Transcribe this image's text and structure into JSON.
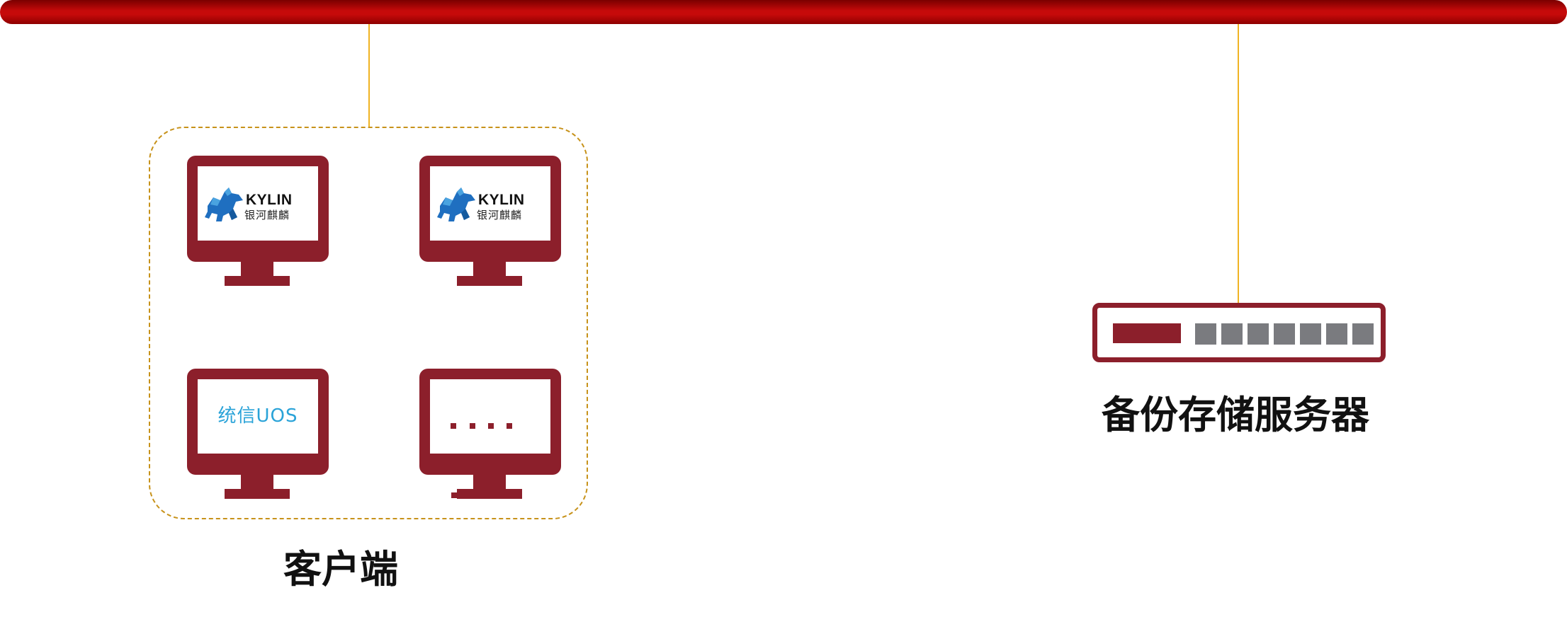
{
  "client_group": {
    "label": "客户端",
    "clients": [
      {
        "os": "kylin",
        "logo_word": "KYLIN",
        "logo_cn": "银河麒麟"
      },
      {
        "os": "kylin",
        "logo_word": "KYLIN",
        "logo_cn": "银河麒麟"
      },
      {
        "os": "uos",
        "logo_text": "统信UOS"
      },
      {
        "os": "more",
        "ellipsis": "...."
      }
    ]
  },
  "server": {
    "label": "备份存储服务器",
    "port_count": 7
  },
  "colors": {
    "network_bar": "#c60a0a",
    "connector": "#f0b323",
    "device": "#8c1f2b",
    "port": "#7a7b7f",
    "uos_logo": "#2aa3d8",
    "kylin_logo": "#1f6fc0"
  }
}
